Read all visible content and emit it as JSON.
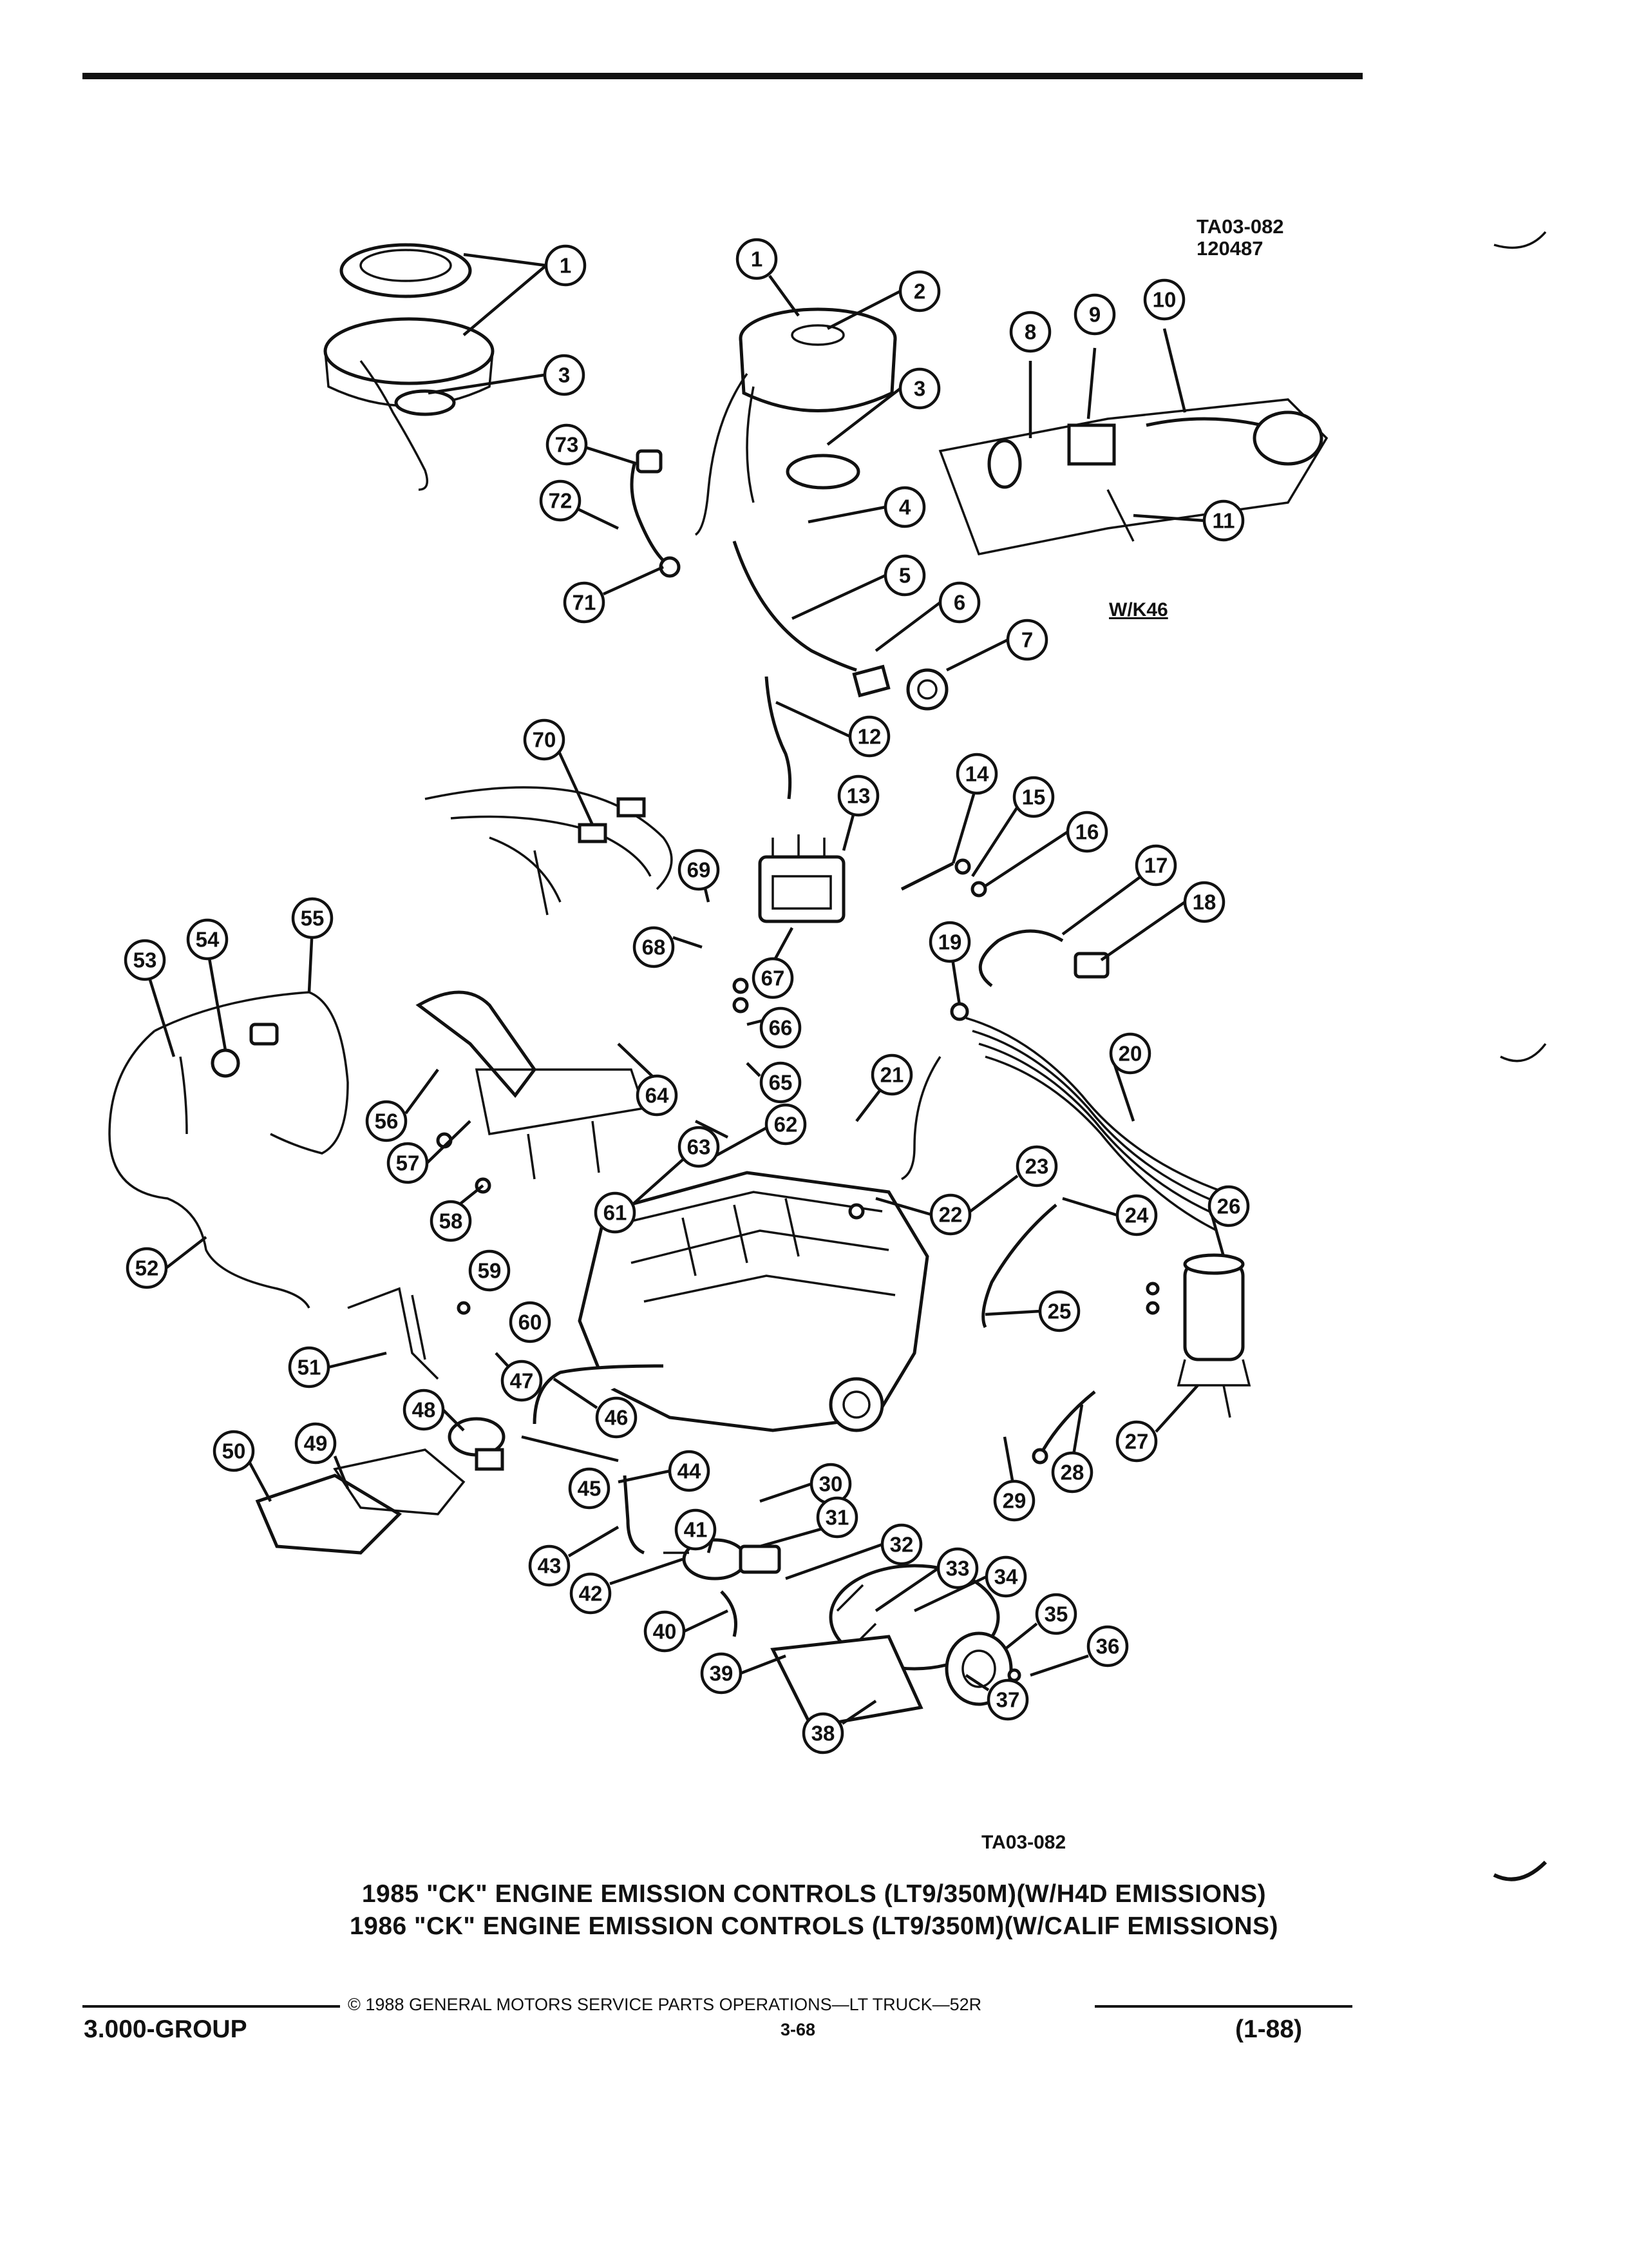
{
  "header": {
    "drawing_id": "TA03-082",
    "drawing_date_code": "120487"
  },
  "variant_label": "W/K46",
  "figure_ref": "TA03-082",
  "captions": [
    "1985 \"CK\" ENGINE EMISSION CONTROLS (LT9/350M)(W/H4D EMISSIONS)",
    "1986 \"CK\" ENGINE EMISSION CONTROLS (LT9/350M)(W/CALIF EMISSIONS)"
  ],
  "footer": {
    "copyright": "© 1988 GENERAL MOTORS SERVICE PARTS OPERATIONS—LT TRUCK—52R",
    "group": "3.000-GROUP",
    "page": "3-68",
    "revision": "(1-88)"
  },
  "callouts": [
    "1",
    "1",
    "2",
    "3",
    "3",
    "4",
    "5",
    "6",
    "7",
    "8",
    "9",
    "10",
    "11",
    "12",
    "13",
    "14",
    "15",
    "16",
    "17",
    "18",
    "19",
    "20",
    "21",
    "22",
    "23",
    "24",
    "25",
    "26",
    "27",
    "28",
    "29",
    "30",
    "31",
    "32",
    "33",
    "34",
    "35",
    "36",
    "37",
    "38",
    "39",
    "40",
    "41",
    "42",
    "43",
    "44",
    "45",
    "46",
    "47",
    "48",
    "49",
    "50",
    "51",
    "52",
    "53",
    "54",
    "55",
    "56",
    "57",
    "58",
    "59",
    "60",
    "61",
    "62",
    "63",
    "64",
    "65",
    "66",
    "67",
    "68",
    "69",
    "70",
    "71",
    "72",
    "73"
  ]
}
